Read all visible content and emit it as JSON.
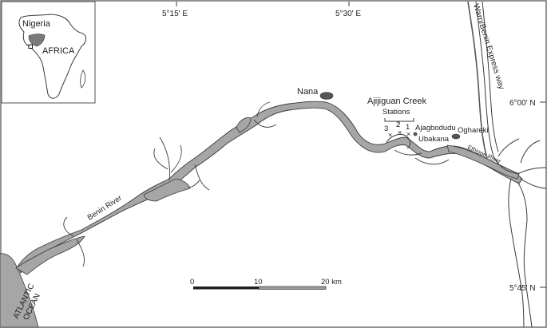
{
  "inset": {
    "country_label": "Nigeria",
    "continent_label": "AFRICA"
  },
  "graticule": {
    "lon_1": "5°15' E",
    "lon_2": "5°30' E",
    "lat_1": "6°00' N",
    "lat_2": "5°45' N"
  },
  "places": {
    "nana": "Nana",
    "ajagbodudu": "Ajagbodudu",
    "ubakana": "Ubakana",
    "oghareki": "Oghareki"
  },
  "creek": {
    "title": "Ajijiguan Creek",
    "subtitle": "Stations",
    "station_1": "1",
    "station_2": "2",
    "station_3": "3"
  },
  "water": {
    "benin_river": "Benin River",
    "ethiope_river": "Ethiope River",
    "ocean": "ATLANTIC OCEAN",
    "ocean_line1": "ATLANTIC",
    "ocean_line2": "OCEAN"
  },
  "roads": {
    "expressway": "Warri/Benin Express way"
  },
  "scale_bar": {
    "tick_0": "0",
    "tick_10": "10",
    "tick_20": "20 km"
  },
  "colors": {
    "water_fill": "#a6a6a6",
    "line": "#3a3a3a",
    "frame": "#6e6e6e"
  }
}
